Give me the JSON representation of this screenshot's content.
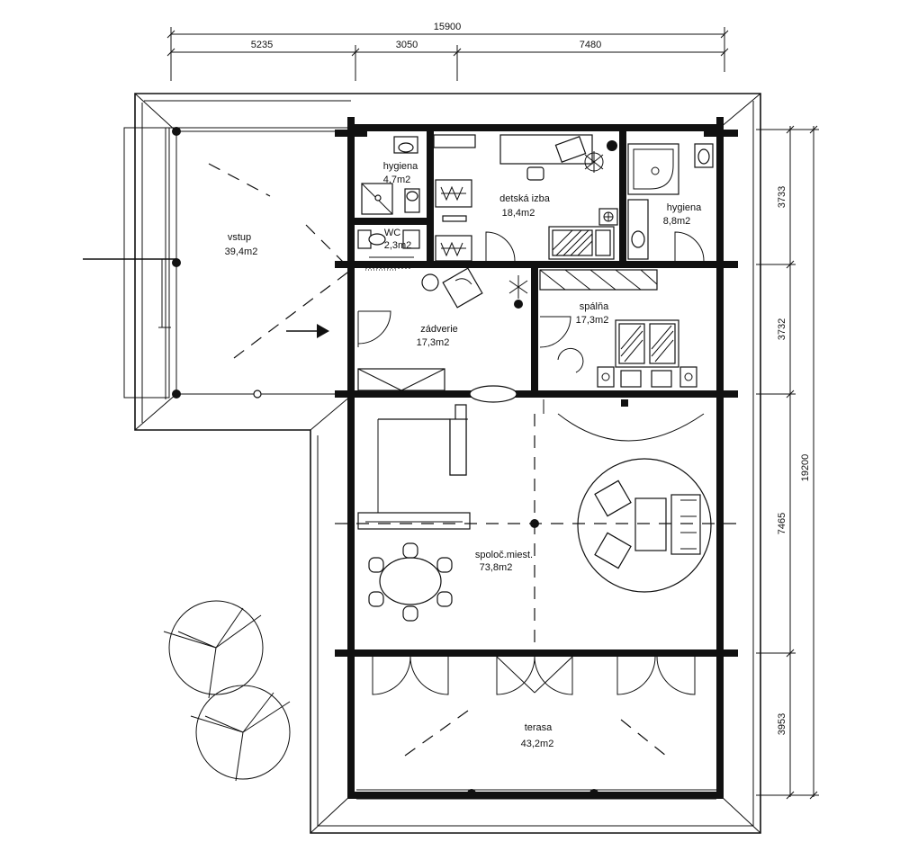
{
  "dimensions": {
    "total_top": "15900",
    "top_segments": [
      "5235",
      "3050",
      "7480"
    ],
    "total_right": "19200",
    "right_segments": [
      "3733",
      "3732",
      "7465",
      "3953"
    ]
  },
  "rooms": {
    "vstup": {
      "name": "vstup",
      "area": "39,4m2"
    },
    "hygiena_small": {
      "name": "hygiena",
      "area": "4,7m2"
    },
    "wc": {
      "name": "WC",
      "area": "2,3m2"
    },
    "detska_izba": {
      "name": "detská izba",
      "area": "18,4m2"
    },
    "hygiena_large": {
      "name": "hygiena",
      "area": "8,8m2"
    },
    "zadverie": {
      "name": "zádverie",
      "area": "17,3m2"
    },
    "spalna": {
      "name": "spálňa",
      "area": "17,3m2"
    },
    "spolocne": {
      "name": "spoloč.miest.",
      "area": "73,8m2"
    },
    "terasa": {
      "name": "terasa",
      "area": "43,2m2"
    }
  }
}
